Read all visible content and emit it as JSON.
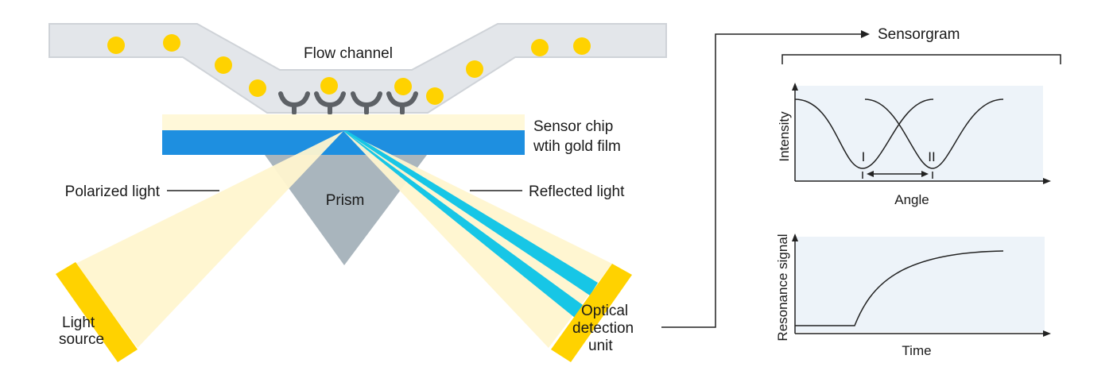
{
  "labels": {
    "flow_channel": "Flow channel",
    "sensor_chip_line1": "Sensor chip",
    "sensor_chip_line2": "wtih gold film",
    "prism": "Prism",
    "polarized_light": "Polarized light",
    "reflected_light": "Reflected light",
    "light_source_line1": "Light",
    "light_source_line2": "source",
    "optical_detection_line1": "Optical",
    "optical_detection_line2": "detection",
    "optical_detection_line3": "unit",
    "sensorgram": "Sensorgram"
  },
  "top_plot": {
    "ylabel": "Intensity",
    "xlabel": "Angle",
    "marker_1": "I",
    "marker_2": "II"
  },
  "bottom_plot": {
    "ylabel": "Resonance signal",
    "xlabel": "Time"
  },
  "colors": {
    "channel": "#e3e6ea",
    "channel_stroke": "#cfd3d8",
    "particle": "#ffd200",
    "antibody": "#5d6166",
    "chip_top": "#fff8d9",
    "gold_film": "#1e8fe0",
    "prism": "#a9b5bd",
    "beam": "#fff6cf",
    "reflected_ray": "#17c6e6",
    "plot_bg": "#edf3f9",
    "line": "#222222"
  }
}
